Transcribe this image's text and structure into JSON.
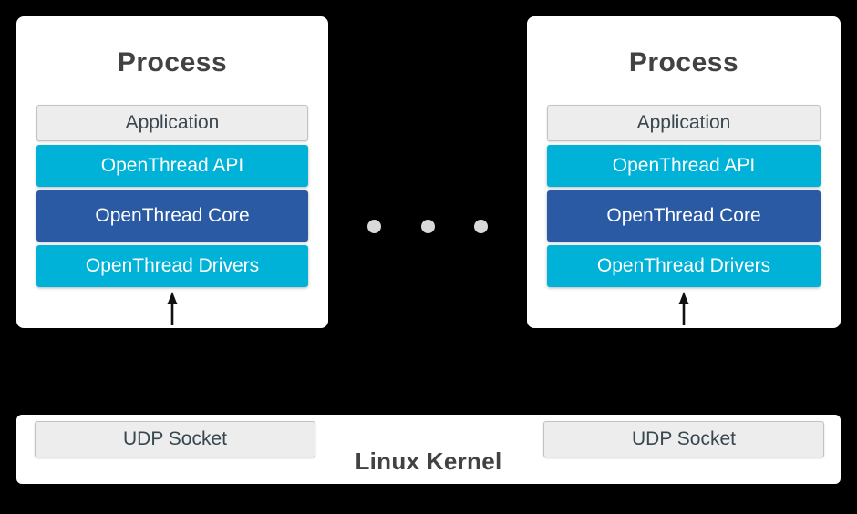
{
  "colors": {
    "bg": "#000000",
    "white": "#ffffff",
    "cyan": "#00b2d8",
    "dark_blue": "#2b5aa5",
    "light_gray_box": "#ededed",
    "box_border": "#c2c2c2",
    "text_dark": "#37474f",
    "title_text": "#424242",
    "dot_gray": "#d9d9d9",
    "arrow": "#111111"
  },
  "processes": [
    {
      "title": "Process",
      "layers": [
        {
          "label": "Application",
          "type": "gray"
        },
        {
          "label": "OpenThread API",
          "type": "cyan"
        },
        {
          "label": "OpenThread Core",
          "type": "blue"
        },
        {
          "label": "OpenThread Drivers",
          "type": "cyan"
        }
      ]
    },
    {
      "title": "Process",
      "layers": [
        {
          "label": "Application",
          "type": "gray"
        },
        {
          "label": "OpenThread API",
          "type": "cyan"
        },
        {
          "label": "OpenThread Core",
          "type": "blue"
        },
        {
          "label": "OpenThread Drivers",
          "type": "cyan"
        }
      ]
    }
  ],
  "kernel": {
    "label": "Linux Kernel",
    "sockets": [
      "UDP Socket",
      "UDP Socket"
    ]
  }
}
